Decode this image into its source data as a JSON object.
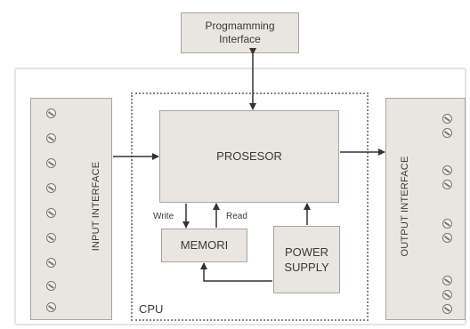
{
  "programming_interface": {
    "line1": "Progmamming",
    "line2": "Interface"
  },
  "input_interface": {
    "label": "INPUT INTERFACE",
    "terminal_count": 9
  },
  "output_interface": {
    "label": "OUTPUT INTERFACE",
    "terminal_count": 9
  },
  "processor": {
    "label": "PROSESOR"
  },
  "memory": {
    "label": "MEMORI"
  },
  "power_supply": {
    "line1": "POWER",
    "line2": "SUPPLY"
  },
  "cpu": {
    "label": "CPU"
  },
  "memory_arrows": {
    "write_label": "Write",
    "read_label": "Read"
  },
  "colors": {
    "box_fill": "#e9e5e0",
    "box_border": "#a9a49f",
    "arrow": "#333333"
  }
}
